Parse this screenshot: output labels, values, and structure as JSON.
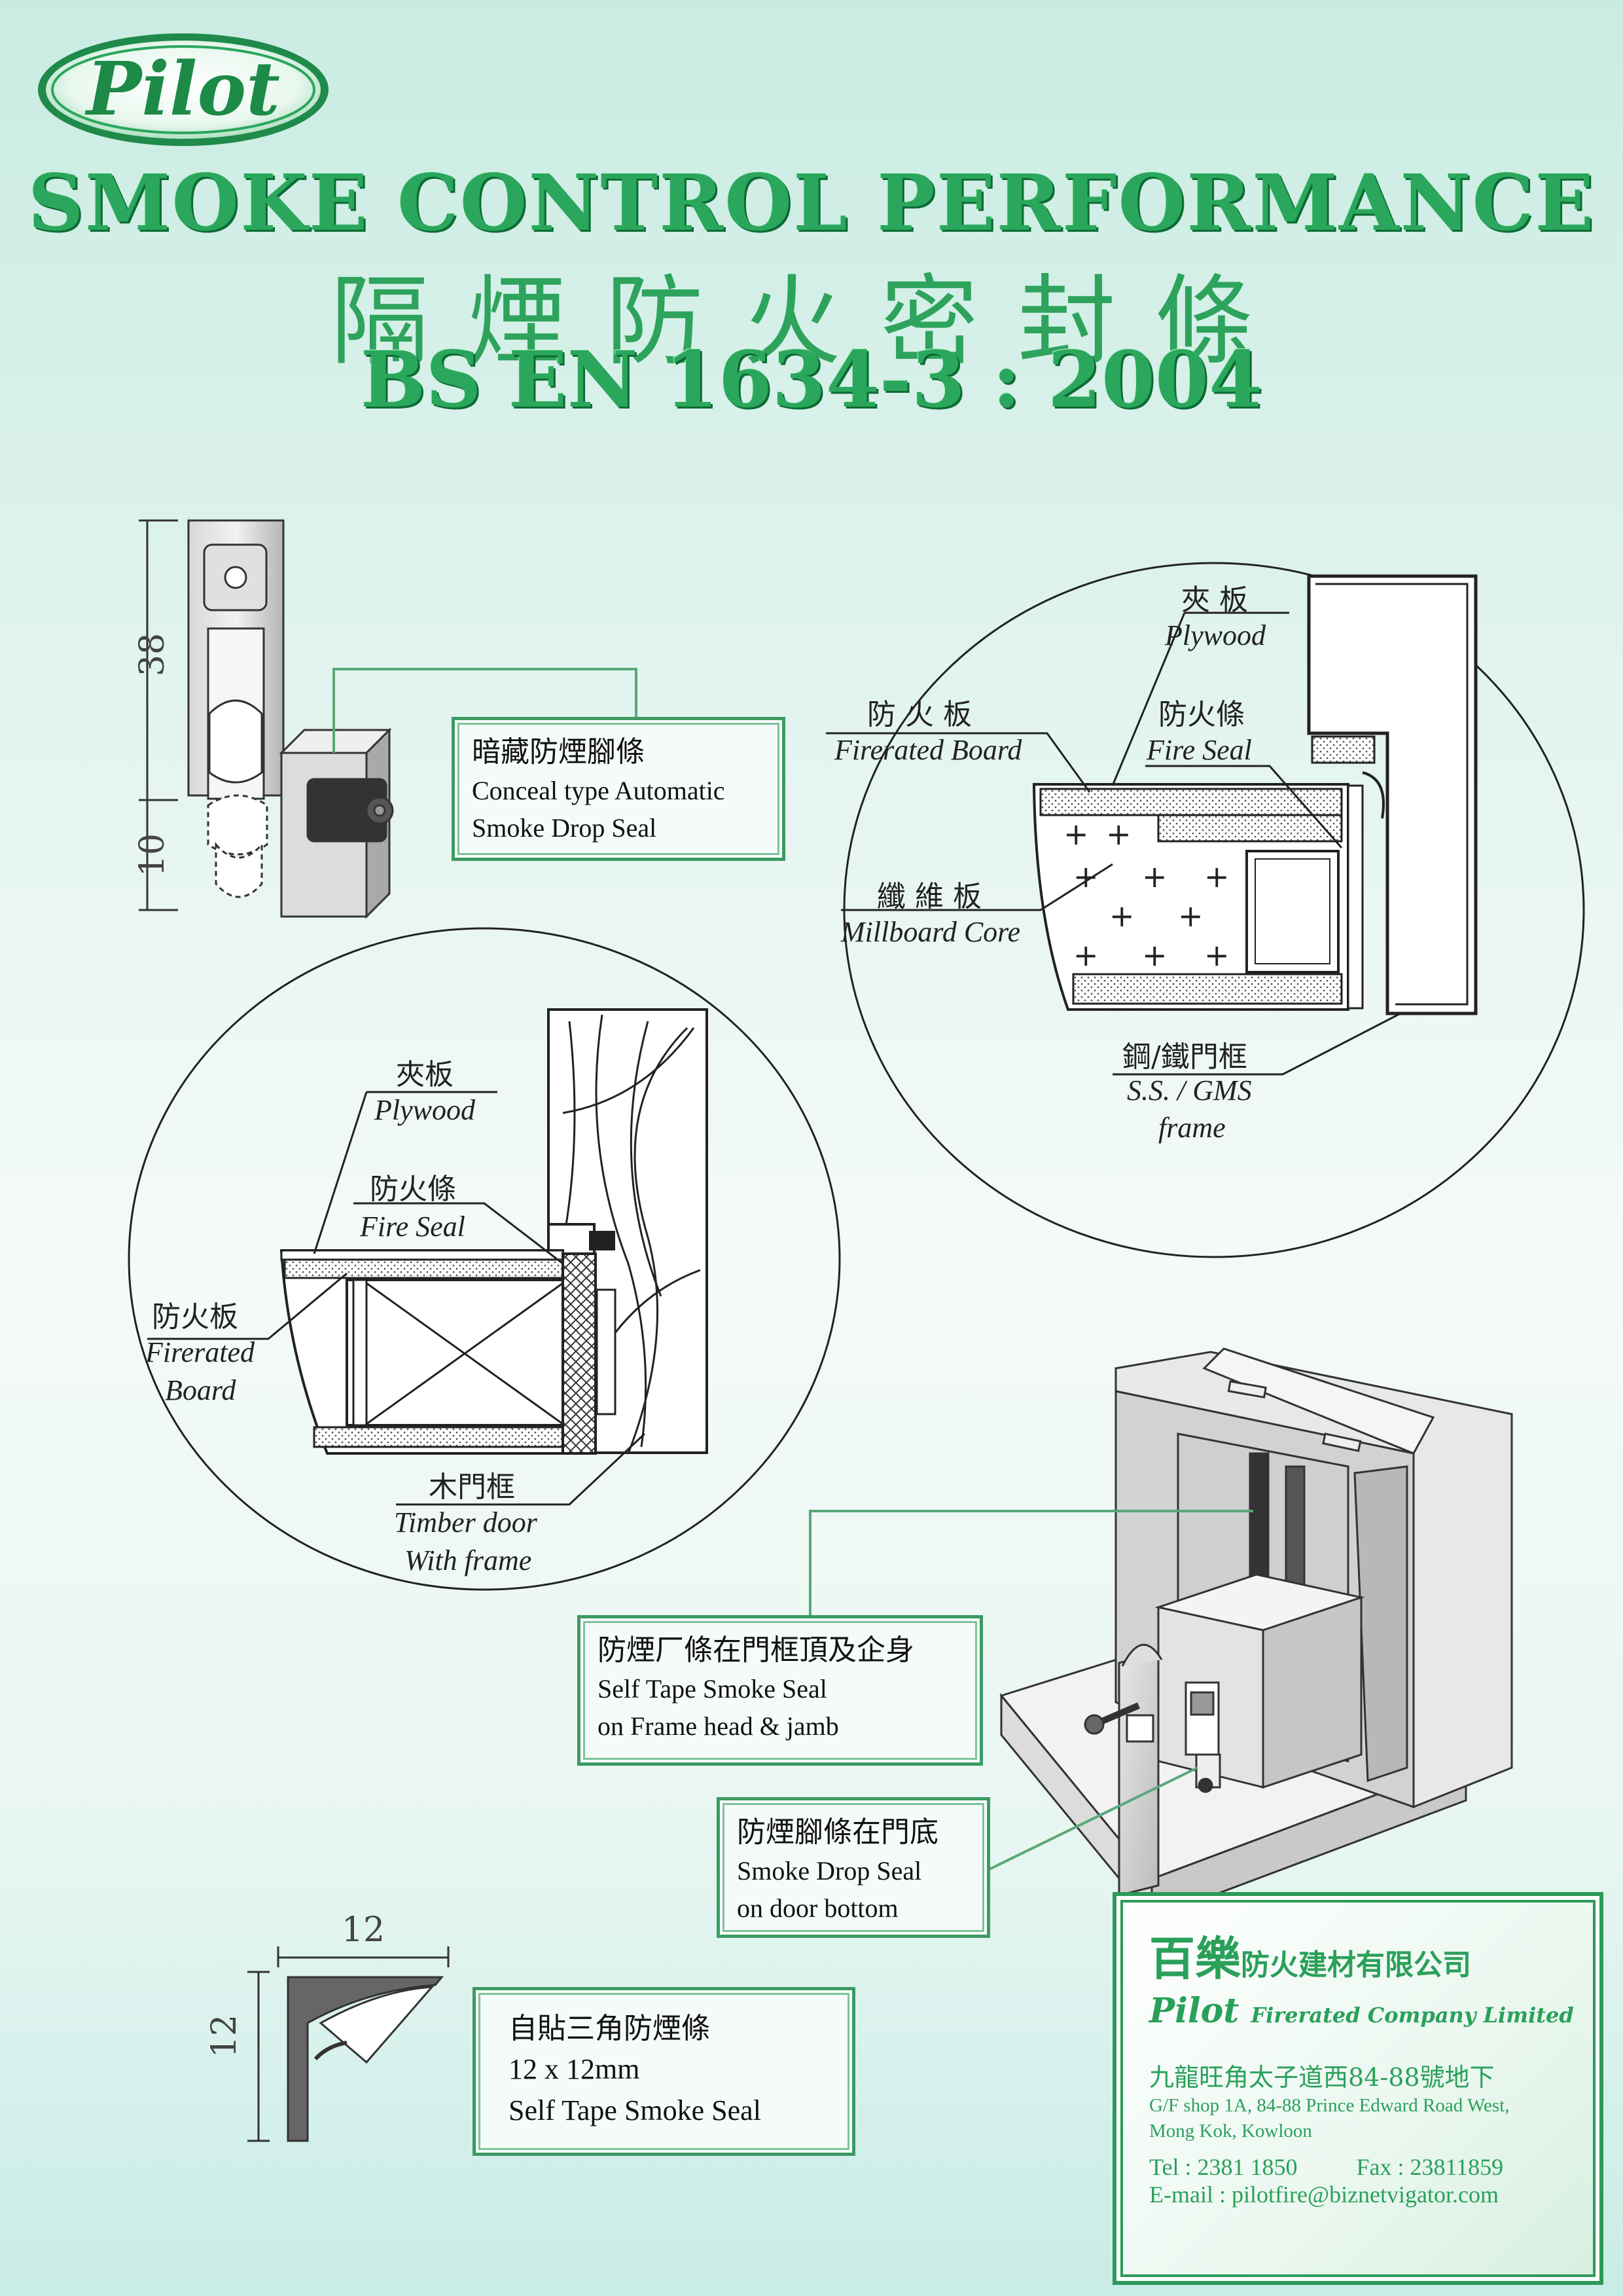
{
  "logo": {
    "text": "Pilot"
  },
  "header": {
    "title_en": "SMOKE CONTROL PERFORMANCE",
    "title_cn": "隔煙防火密封條",
    "standard": "BS EN 1634-3 : 2004"
  },
  "drop_seal": {
    "dimension_top": "38",
    "dimension_bottom": "10",
    "label_cn": "暗藏防煙腳條",
    "label_en_1": "Conceal type Automatic",
    "label_en_2": "Smoke Drop Seal"
  },
  "circle_right": {
    "plywood_cn": "夾 板",
    "plywood_en": "Plywood",
    "firerated_cn": "防 火 板",
    "firerated_en": "Firerated Board",
    "fireseal_cn": "防火條",
    "fireseal_en": "Fire Seal",
    "millboard_cn": "纖 維 板",
    "millboard_en": "Millboard Core",
    "frame_cn": "鋼/鐵門框",
    "frame_en_1": "S.S. / GMS",
    "frame_en_2": "frame"
  },
  "circle_left": {
    "plywood_cn": "夾板",
    "plywood_en": "Plywood",
    "fireseal_cn": "防火條",
    "fireseal_en": "Fire Seal",
    "firerated_cn": "防火板",
    "firerated_en_1": "Firerated",
    "firerated_en_2": "Board",
    "timber_cn": "木門框",
    "timber_en_1": "Timber door",
    "timber_en_2": "With frame"
  },
  "tape_seal_box": {
    "cn": "防煙厂條在門框頂及企身",
    "en_1": "Self Tape Smoke Seal",
    "en_2": "on Frame head & jamb"
  },
  "bottom_seal_box": {
    "cn": "防煙腳條在門底",
    "en_1": "Smoke Drop Seal",
    "en_2": "on door bottom"
  },
  "triangle_seal": {
    "dim_w": "12",
    "dim_h": "12",
    "cn": "自貼三角防煙條",
    "size": "12 x 12mm",
    "en": "Self Tape Smoke Seal"
  },
  "company": {
    "name_cn_big": "百樂",
    "name_cn_small": "防火建材有限公司",
    "name_en_big": "Pilot",
    "name_en_small": "Firerated Company Limited",
    "address_cn": "九龍旺角太子道西84-88號地下",
    "address_en_1": "G/F shop 1A, 84-88 Prince Edward Road West,",
    "address_en_2": "Mong Kok, Kowloon",
    "tel": "Tel : 2381 1850",
    "fax": "Fax : 23811859",
    "email": "E-mail : pilotfire@biznetvigator.com"
  },
  "colors": {
    "brand_green": "#2aa75c",
    "dark_green": "#0c6b33"
  }
}
